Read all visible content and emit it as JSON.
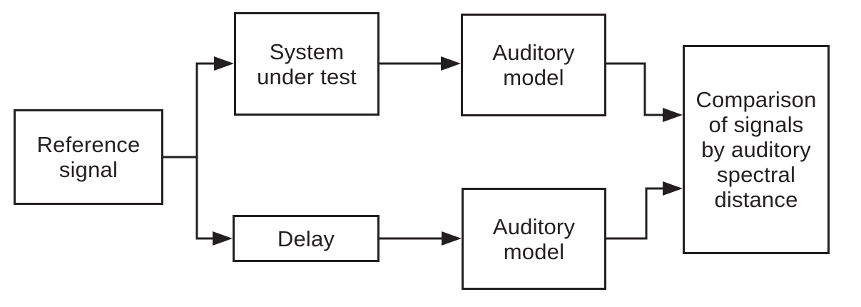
{
  "diagram": {
    "type": "block-diagram",
    "description": "Signal-flow block diagram: a reference signal splits into a system-under-test path and a delay path, each feeding an auditory model, whose outputs merge into a comparison stage",
    "colors": {
      "line": "#231f20",
      "background": "#ffffff"
    },
    "nodes": [
      {
        "id": "reference-signal",
        "label": "Reference\nsignal"
      },
      {
        "id": "system-under-test",
        "label": "System\nunder test"
      },
      {
        "id": "auditory-model-top",
        "label": "Auditory\nmodel"
      },
      {
        "id": "delay",
        "label": "Delay"
      },
      {
        "id": "auditory-model-bottom",
        "label": "Auditory\nmodel"
      },
      {
        "id": "comparison",
        "label": "Comparison\nof signals\nby auditory\nspectral\ndistance"
      }
    ],
    "edges": [
      {
        "from": "reference-signal",
        "to": "system-under-test"
      },
      {
        "from": "reference-signal",
        "to": "delay"
      },
      {
        "from": "system-under-test",
        "to": "auditory-model-top"
      },
      {
        "from": "delay",
        "to": "auditory-model-bottom"
      },
      {
        "from": "auditory-model-top",
        "to": "comparison"
      },
      {
        "from": "auditory-model-bottom",
        "to": "comparison"
      }
    ]
  }
}
